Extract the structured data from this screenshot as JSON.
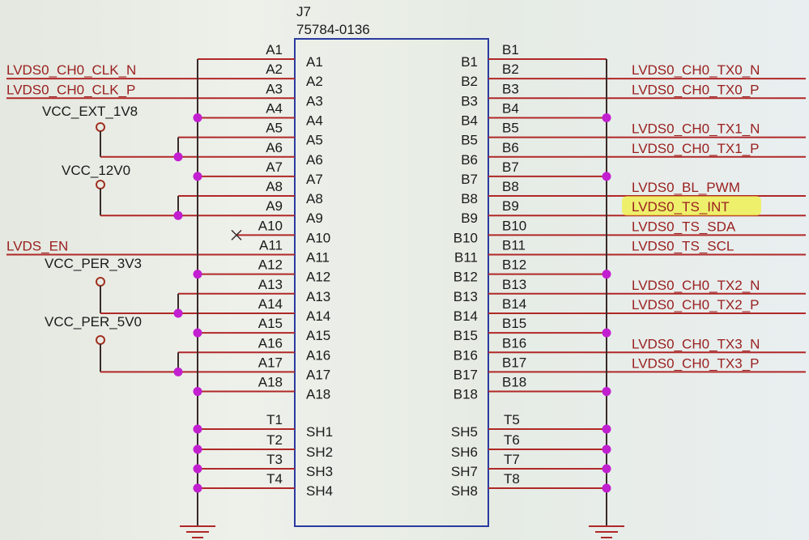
{
  "component": {
    "refdes": "J7",
    "part_number": "75784-0136",
    "left_pins": [
      "A1",
      "A2",
      "A3",
      "A4",
      "A5",
      "A6",
      "A7",
      "A8",
      "A9",
      "A10",
      "A11",
      "A12",
      "A13",
      "A14",
      "A15",
      "A16",
      "A17",
      "A18"
    ],
    "right_pins": [
      "B1",
      "B2",
      "B3",
      "B4",
      "B5",
      "B6",
      "B7",
      "B8",
      "B9",
      "B10",
      "B11",
      "B12",
      "B13",
      "B14",
      "B15",
      "B16",
      "B17",
      "B18"
    ],
    "left_shield_pins": [
      "SH1",
      "SH2",
      "SH3",
      "SH4"
    ],
    "right_shield_pins": [
      "SH5",
      "SH6",
      "SH7",
      "SH8"
    ],
    "left_shield_numbers": [
      "T1",
      "T2",
      "T3",
      "T4"
    ],
    "right_shield_numbers": [
      "T5",
      "T6",
      "T7",
      "T8"
    ]
  },
  "left_nets": [
    {
      "pin": "A2",
      "label": "LVDS0_CH0_CLK_N"
    },
    {
      "pin": "A3",
      "label": "LVDS0_CH0_CLK_P"
    },
    {
      "pin": "A11",
      "label": "LVDS_EN"
    }
  ],
  "right_nets": [
    {
      "pin": "B2",
      "label": "LVDS0_CH0_TX0_N"
    },
    {
      "pin": "B3",
      "label": "LVDS0_CH0_TX0_P"
    },
    {
      "pin": "B5",
      "label": "LVDS0_CH0_TX1_N"
    },
    {
      "pin": "B6",
      "label": "LVDS0_CH0_TX1_P"
    },
    {
      "pin": "B8",
      "label": "LVDS0_BL_PWM"
    },
    {
      "pin": "B9",
      "label": "LVDS0_TS_INT",
      "highlighted": true
    },
    {
      "pin": "B10",
      "label": "LVDS0_TS_SDA"
    },
    {
      "pin": "B11",
      "label": "LVDS0_TS_SCL"
    },
    {
      "pin": "B13",
      "label": "LVDS0_CH0_TX2_N"
    },
    {
      "pin": "B14",
      "label": "LVDS0_CH0_TX2_P"
    },
    {
      "pin": "B16",
      "label": "LVDS0_CH0_TX3_N"
    },
    {
      "pin": "B17",
      "label": "LVDS0_CH0_TX3_P"
    }
  ],
  "power_ports": [
    {
      "label": "VCC_EXT_1V8",
      "pins": [
        "A5",
        "A6"
      ]
    },
    {
      "label": "VCC_12V0",
      "pins": [
        "A8",
        "A9"
      ]
    },
    {
      "label": "VCC_PER_3V3",
      "pins": [
        "A13",
        "A14"
      ]
    },
    {
      "label": "VCC_PER_5V0",
      "pins": [
        "A16",
        "A17"
      ]
    }
  ],
  "ground_pins_left": [
    "A1",
    "A4",
    "A7",
    "A12",
    "A15",
    "A18",
    "T1",
    "T2",
    "T3",
    "T4"
  ],
  "ground_pins_right": [
    "B1",
    "B4",
    "B7",
    "B12",
    "B15",
    "B18",
    "T5",
    "T6",
    "T7",
    "T8"
  ],
  "no_connect": [
    "A10"
  ],
  "colors": {
    "wire": "#3a2a2a",
    "wire_red": "#b02828",
    "net_label": "#9a2020",
    "junction": "#c21fd0",
    "component_outline": "#2a3aa0",
    "highlight": "#f0f040"
  }
}
